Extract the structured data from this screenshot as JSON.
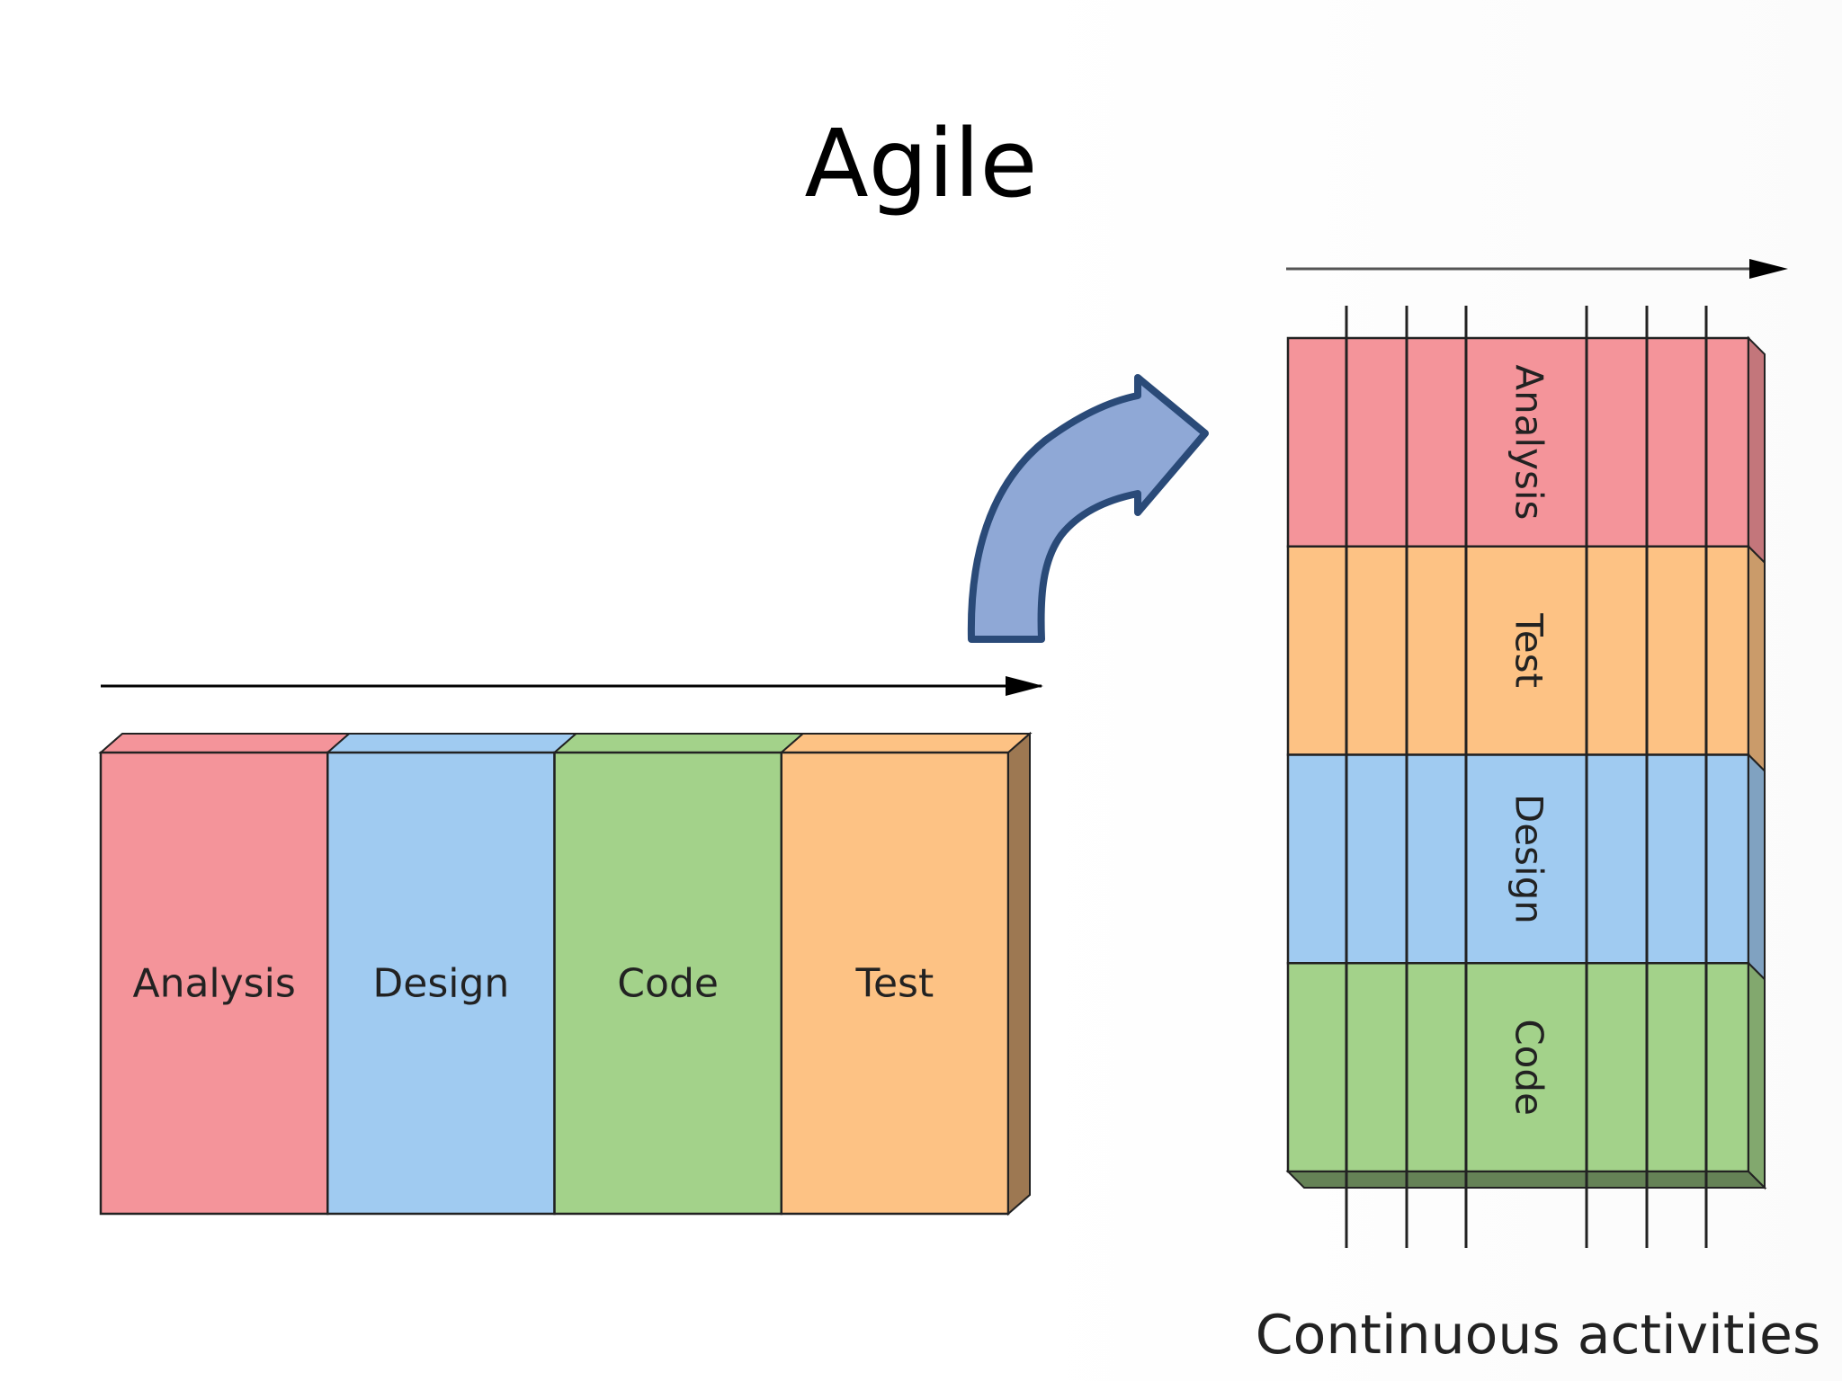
{
  "title": "Agile",
  "caption": "Continuous activities",
  "colors": {
    "analysis": "#f4949a",
    "design": "#a0cbf1",
    "code": "#a3d28a",
    "test": "#fdc284",
    "curved_arrow_fill": "#8fa8d6",
    "curved_arrow_stroke": "#2a4a78"
  },
  "sequential": {
    "segments": [
      {
        "label": "Analysis",
        "color_key": "analysis"
      },
      {
        "label": "Design",
        "color_key": "design"
      },
      {
        "label": "Code",
        "color_key": "code"
      },
      {
        "label": "Test",
        "color_key": "test"
      }
    ]
  },
  "continuous": {
    "rows": [
      {
        "label": "Analysis",
        "color_key": "analysis"
      },
      {
        "label": "Test",
        "color_key": "test"
      },
      {
        "label": "Design",
        "color_key": "design"
      },
      {
        "label": "Code",
        "color_key": "code"
      }
    ]
  }
}
